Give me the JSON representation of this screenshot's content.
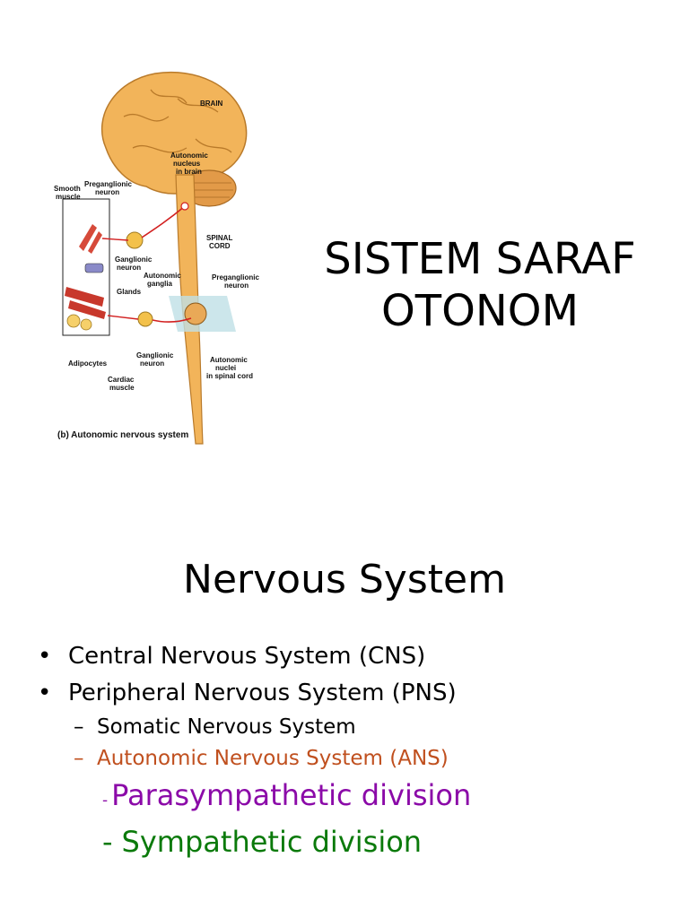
{
  "slide1": {
    "title_lines": [
      "SISTEM SARAF",
      "OTONOM"
    ],
    "diagram": {
      "labels": {
        "brain": "BRAIN",
        "auto_nucleus": [
          "Autonomic",
          "nucleus",
          "in brain"
        ],
        "smooth_muscle": [
          "Smooth",
          "muscle"
        ],
        "preganglionic_top": [
          "Preganglionic",
          "neuron"
        ],
        "spinal_cord": [
          "SPINAL",
          "CORD"
        ],
        "ganglionic_top": [
          "Ganglionic",
          "neuron"
        ],
        "autonomic_ganglia": [
          "Autonomic",
          "ganglia"
        ],
        "preganglionic_right": [
          "Preganglionic",
          "neuron"
        ],
        "glands": "Glands",
        "ganglionic_bottom": [
          "Ganglionic",
          "neuron"
        ],
        "adipocytes": "Adipocytes",
        "auto_nuclei": [
          "Autonomic",
          "nuclei",
          "in spinal cord"
        ],
        "cardiac": [
          "Cardiac",
          "muscle"
        ]
      },
      "caption": "(b) Autonomic nervous system"
    }
  },
  "slide2": {
    "title": "Nervous System",
    "bullet_char": "•",
    "dash_char": "–",
    "items": [
      "Central Nervous System (CNS)",
      "Peripheral Nervous System (PNS)"
    ],
    "sub_items": [
      "Somatic Nervous System",
      "Autonomic Nervous System (ANS)"
    ],
    "divisions": [
      {
        "prefix": "-",
        "text": "Parasympathetic division"
      },
      {
        "prefix": "-",
        "text": "Sympathetic division"
      }
    ]
  },
  "colors": {
    "orange": "#c0501f",
    "purple": "#8b0aa8",
    "green": "#0b7a0b",
    "brain": "#f2b45a",
    "neuron": "#d22020"
  }
}
